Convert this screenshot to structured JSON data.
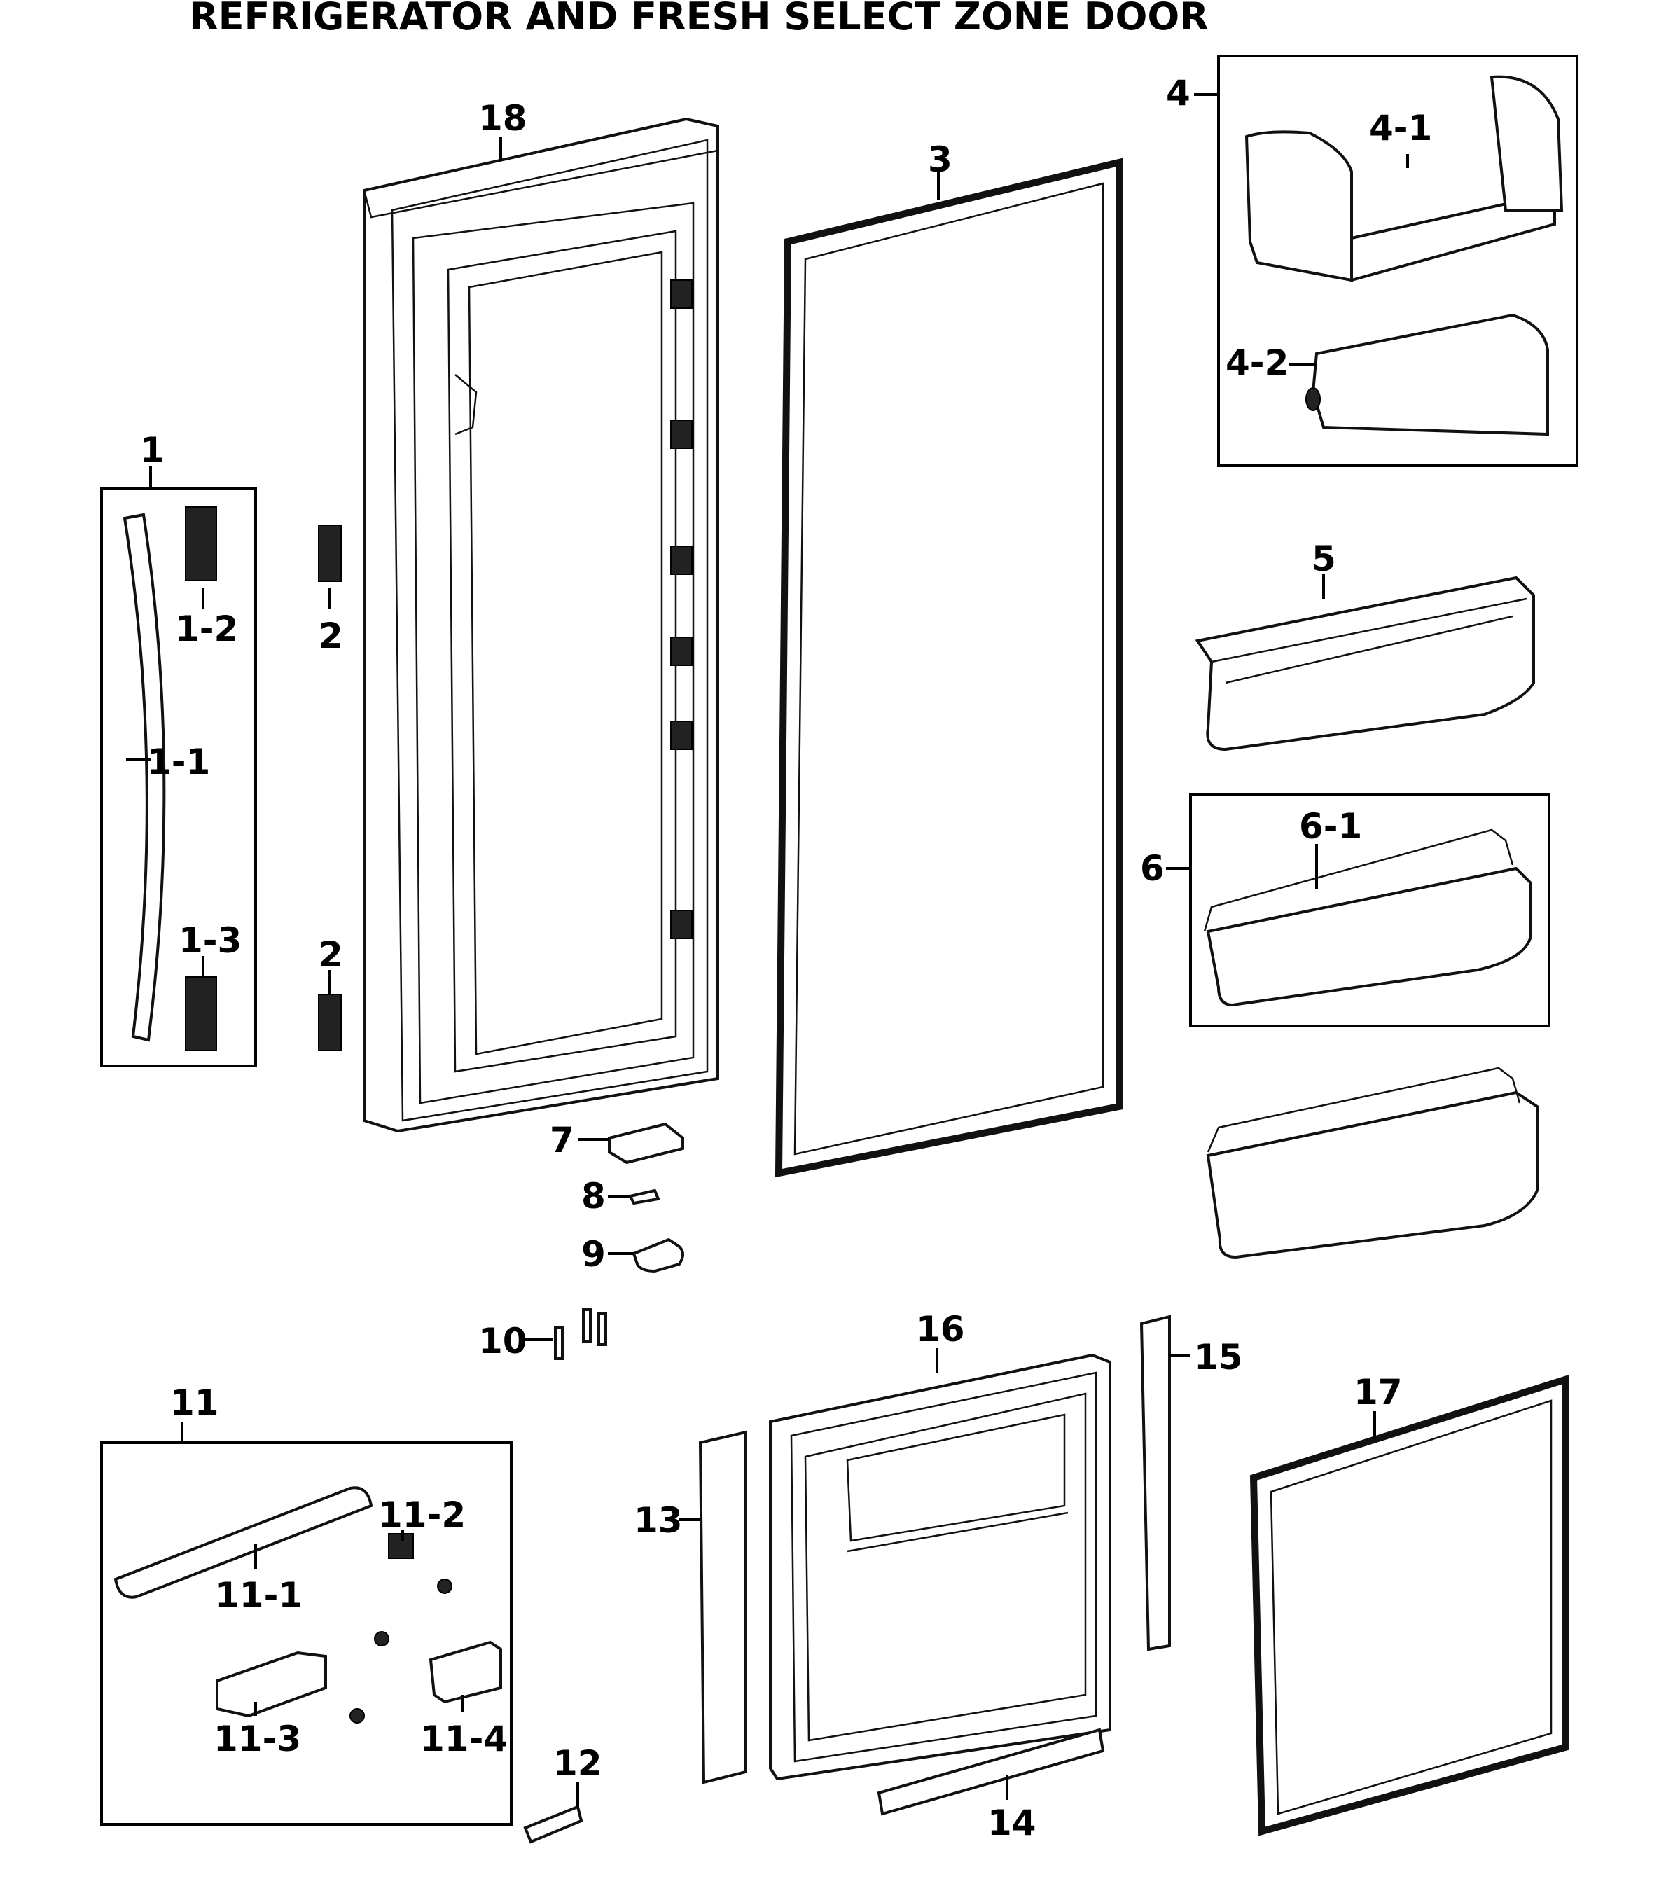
{
  "title": "REFRIGERATOR AND FRESH SELECT ZONE DOOR",
  "labels": {
    "p1": "1",
    "p1_1": "1-1",
    "p1_2": "1-2",
    "p1_3": "1-3",
    "p2a": "2",
    "p2b": "2",
    "p3": "3",
    "p4": "4",
    "p4_1": "4-1",
    "p4_2": "4-2",
    "p5": "5",
    "p6": "6",
    "p6_1": "6-1",
    "p7": "7",
    "p8": "8",
    "p9": "9",
    "p10": "10",
    "p11": "11",
    "p11_1": "11-1",
    "p11_2": "11-2",
    "p11_3": "11-3",
    "p11_4": "11-4",
    "p12": "12",
    "p13": "13",
    "p14": "14",
    "p15": "15",
    "p16": "16",
    "p17": "17",
    "p18": "18"
  }
}
